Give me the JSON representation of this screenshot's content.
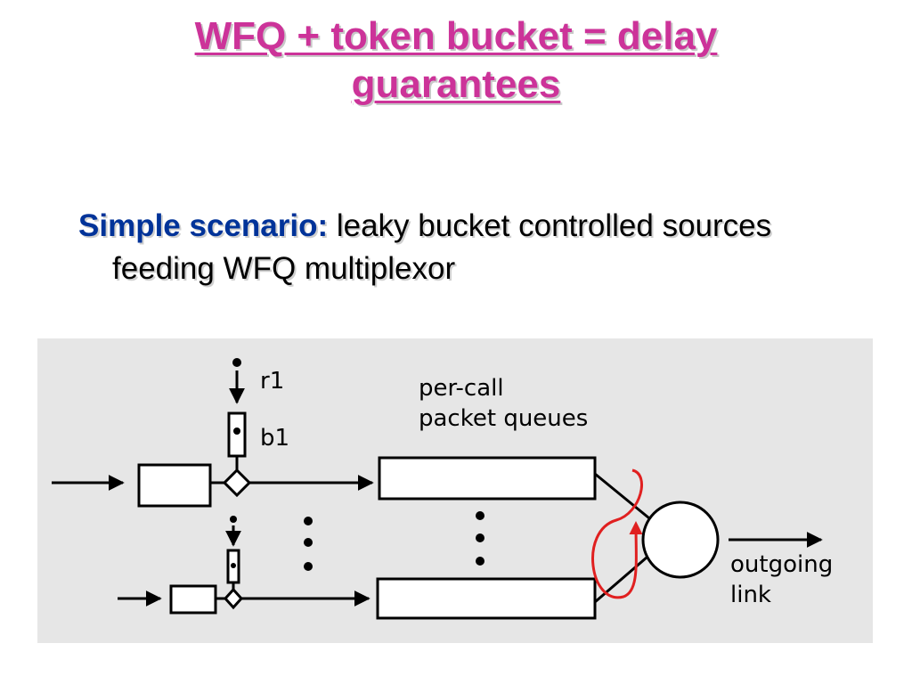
{
  "slide": {
    "title_line1": "WFQ + token bucket = delay",
    "title_line2": "guarantees",
    "bullet_lead": "Simple scenario:",
    "bullet_text": " leaky bucket controlled sources feeding WFQ multiplexor"
  },
  "diagram": {
    "rate_label": "r1",
    "bucket_label": "b1",
    "queues_label_line1": "per-call",
    "queues_label_line2": "packet queues",
    "link_label_line1": "outgoing",
    "link_label_line2": "link",
    "accent_color": "#e02020"
  }
}
